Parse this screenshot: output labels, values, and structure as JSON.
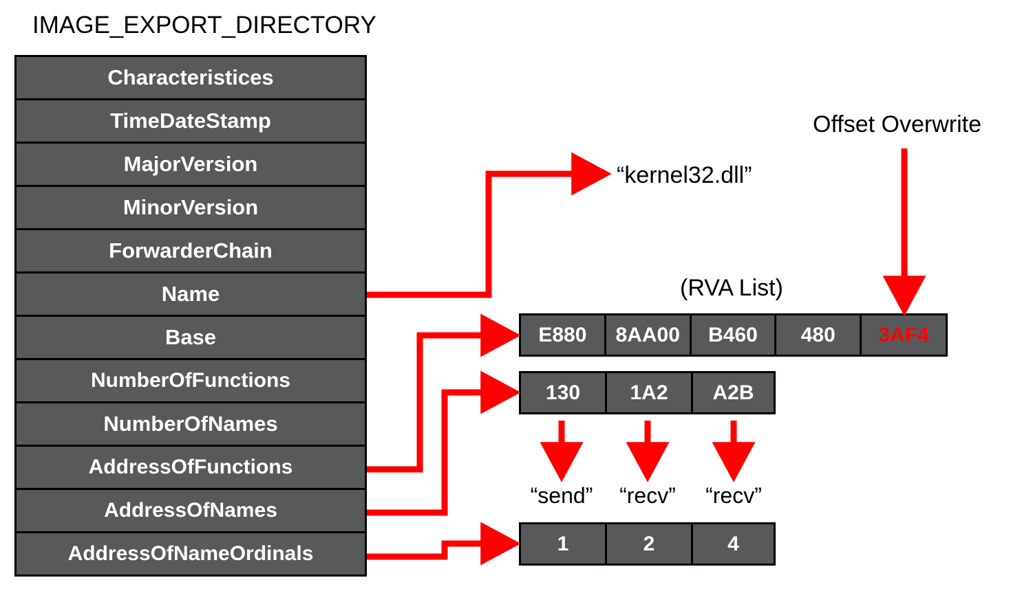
{
  "diagram": {
    "title": "IMAGE_EXPORT_DIRECTORY",
    "accent_color": "#FF0000",
    "box_fill": "#58595B",
    "box_border": "#000000",
    "text_on_box": "#FFFFFF"
  },
  "struct": {
    "name": "IMAGE_EXPORT_DIRECTORY",
    "fields": [
      {
        "label": "Characteristices"
      },
      {
        "label": "TimeDateStamp"
      },
      {
        "label": "MajorVersion"
      },
      {
        "label": "MinorVersion"
      },
      {
        "label": "ForwarderChain"
      },
      {
        "label": "Name"
      },
      {
        "label": "Base"
      },
      {
        "label": "NumberOfFunctions"
      },
      {
        "label": "NumberOfNames"
      },
      {
        "label": "AddressOfFunctions"
      },
      {
        "label": "AddressOfNames"
      },
      {
        "label": "AddressOfNameOrdinals"
      }
    ]
  },
  "labels": {
    "kernel32": "“kernel32.dll”",
    "offset_overwrite": "Offset Overwrite",
    "rva_list": "(RVA List)"
  },
  "rva_list": {
    "caption": "(RVA List)",
    "cells": [
      {
        "value": "E880",
        "highlight": false
      },
      {
        "value": "8AA00",
        "highlight": false
      },
      {
        "value": "B460",
        "highlight": false
      },
      {
        "value": "480",
        "highlight": false
      },
      {
        "value": "3AF4",
        "highlight": true
      }
    ]
  },
  "name_rvas": {
    "cells": [
      {
        "value": "130",
        "highlight": false
      },
      {
        "value": "1A2",
        "highlight": false
      },
      {
        "value": "A2B",
        "highlight": false
      }
    ]
  },
  "name_strings": [
    "“send”",
    "“recv”",
    "“recv”"
  ],
  "ordinals": {
    "cells": [
      {
        "value": "1",
        "highlight": false
      },
      {
        "value": "2",
        "highlight": false
      },
      {
        "value": "4",
        "highlight": false
      }
    ]
  }
}
